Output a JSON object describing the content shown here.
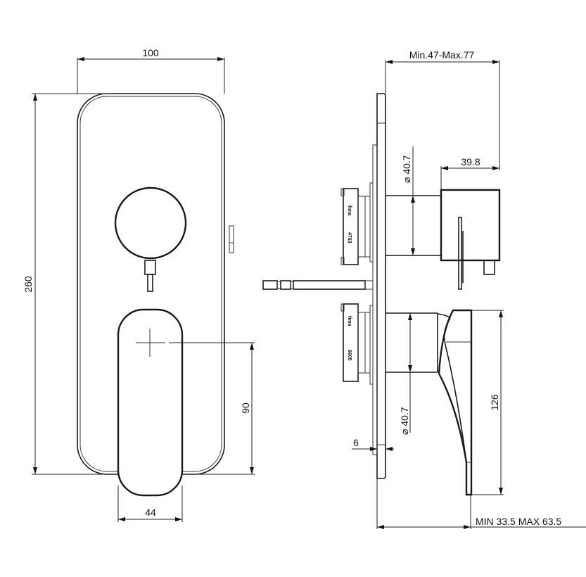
{
  "drawing": {
    "front_view": {
      "width_label": "100",
      "height_label": "260",
      "lever_width_label": "44",
      "lever_offset_label": "90"
    },
    "side_view": {
      "depth_range_label": "Min.47-Max.77",
      "top_diameter_label": "⌀ 40.7",
      "spout_depth_label": "39.8",
      "bottom_diameter_label": "⌀ 40.7",
      "plate_thickness_label": "6",
      "lever_height_label": "126",
      "projection_range_label": "MIN 33.5 MAX 63.5",
      "cartridge_top": {
        "brand": "fima",
        "code": "4763"
      },
      "cartridge_bottom": {
        "brand": "fima",
        "code": "6605"
      }
    },
    "colors": {
      "line": "#1a1a1a",
      "background": "#ffffff"
    }
  }
}
